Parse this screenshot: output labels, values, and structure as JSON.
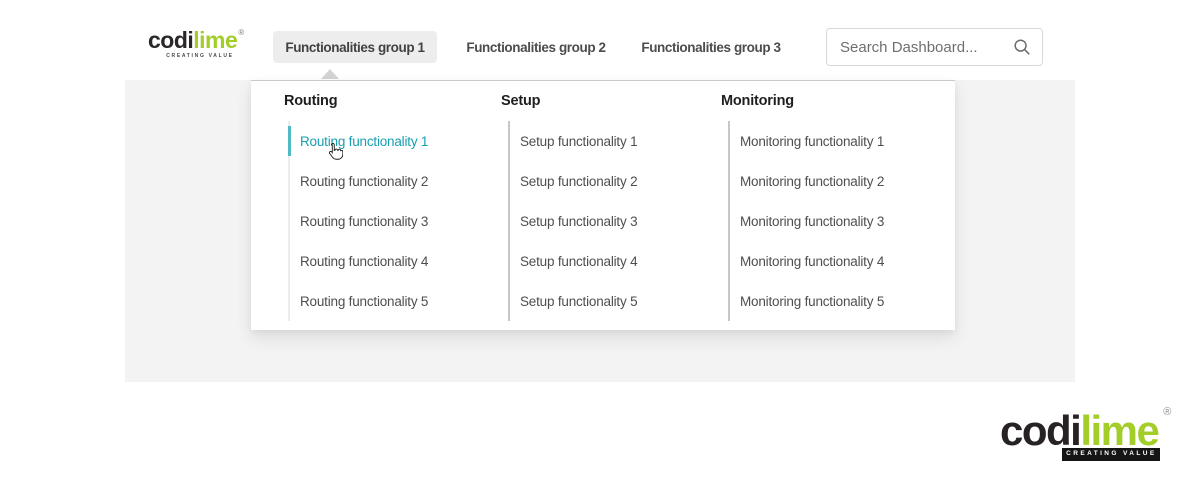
{
  "brand": {
    "name_part1": "codi",
    "name_part2": "lime",
    "registered_mark": "®",
    "tagline": "CREATING VALUE"
  },
  "header": {
    "nav_items": [
      {
        "label": "Functionalities group 1",
        "active": true
      },
      {
        "label": "Functionalities group 2",
        "active": false
      },
      {
        "label": "Functionalities group 3",
        "active": false
      }
    ],
    "search": {
      "placeholder": "Search Dashboard...",
      "icon": "magnifier-icon"
    }
  },
  "mega_menu": {
    "opened_from": "Functionalities group 1",
    "columns": [
      {
        "title": "Routing",
        "items": [
          "Routing functionality 1",
          "Routing functionality 2",
          "Routing functionality 3",
          "Routing functionality 4",
          "Routing functionality 5"
        ],
        "hovered_item": "Routing functionality 1"
      },
      {
        "title": "Setup",
        "items": [
          "Setup functionality 1",
          "Setup functionality 2",
          "Setup functionality 3",
          "Setup functionality 4",
          "Setup functionality 5"
        ]
      },
      {
        "title": "Monitoring",
        "items": [
          "Monitoring functionality 1",
          "Monitoring functionality 2",
          "Monitoring functionality 3",
          "Monitoring functionality 4",
          "Monitoring functionality 5"
        ]
      }
    ]
  },
  "cursor": {
    "type": "hand-pointer"
  },
  "colors": {
    "accent_teal": "#189fb0",
    "accent_teal_bar": "#4fbac5",
    "lime_green": "#a3cd29",
    "band_gray": "#f2f3f2",
    "active_pill_gray": "#ededed",
    "rule_gray": "#c6c6c6",
    "rule_light_gray": "#ececec"
  }
}
